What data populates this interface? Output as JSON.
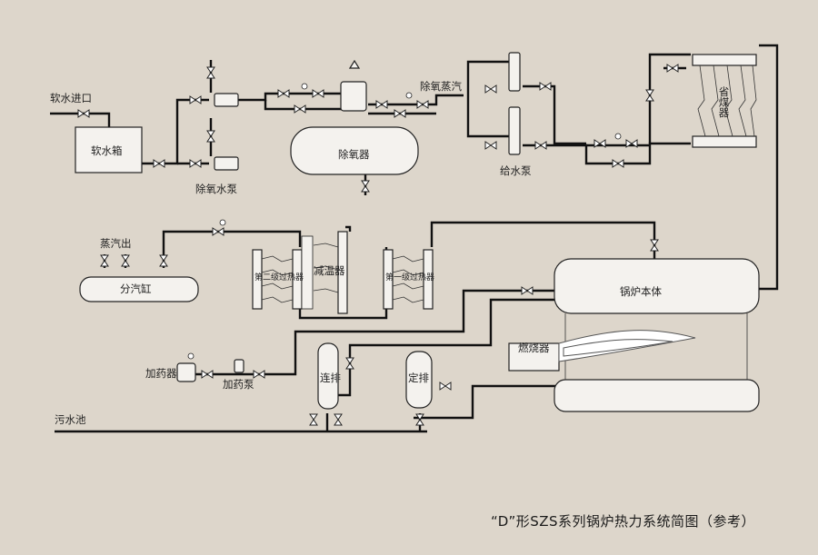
{
  "diagram": {
    "caption": "“D”形SZS系列锅炉热力系统简图（参考）",
    "labels": {
      "soft_water_inlet": "软水进口",
      "soft_water_tank": "软水箱",
      "deaerator_pump": "除氧水泵",
      "deaerator": "除氧器",
      "deaerator_steam": "除氧蒸汽",
      "feed_pump": "给水泵",
      "economizer": "省煤器",
      "steam_out": "蒸汽出",
      "steam_header": "分汽缸",
      "secondary_superheater": "第二级过热器",
      "desuperheater": "减温器",
      "primary_superheater": "第一级过热器",
      "boiler_body": "锅炉本体",
      "burner": "燃烧器",
      "dosing_unit": "加药器",
      "dosing_pump": "加药泵",
      "continuous_blowdown": "连排",
      "periodic_blowdown": "定排",
      "sewage_pool": "污水池"
    }
  }
}
